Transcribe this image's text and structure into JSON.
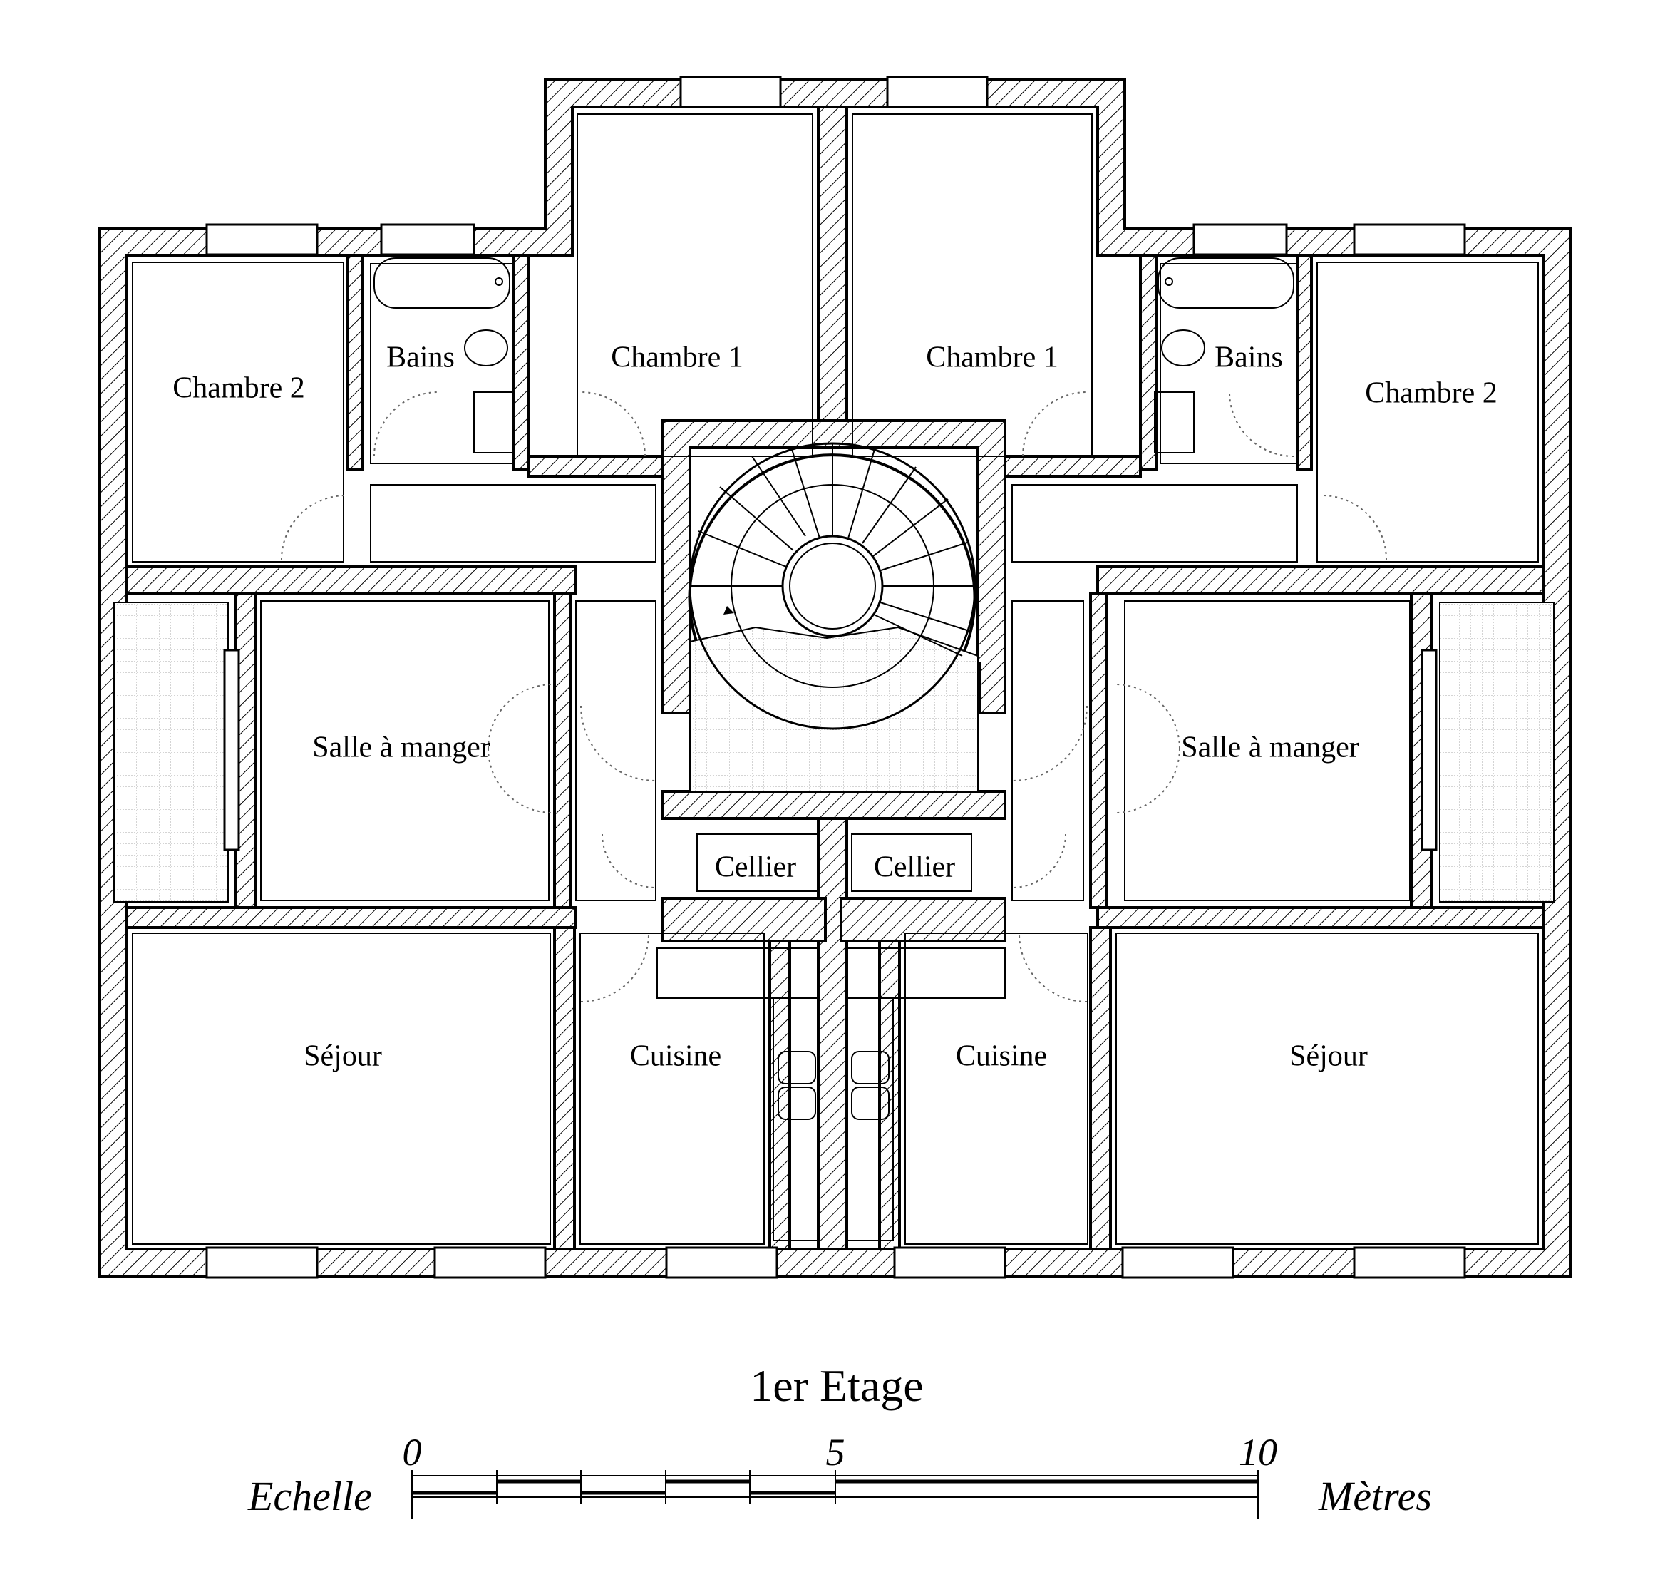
{
  "plan": {
    "title": "1er  Etage",
    "rooms": {
      "chambre2_left": "Chambre 2",
      "bains_left": "Bains",
      "chambre1_left": "Chambre 1",
      "chambre1_right": "Chambre 1",
      "bains_right": "Bains",
      "chambre2_right": "Chambre 2",
      "salle_left": "Salle à manger",
      "salle_right": "Salle à manger",
      "cellier_left": "Cellier",
      "cellier_right": "Cellier",
      "sejour_left": "Séjour",
      "cuisine_left": "Cuisine",
      "cuisine_right": "Cuisine",
      "sejour_right": "Séjour"
    }
  },
  "scale": {
    "label": "Echelle",
    "unit": "Mètres",
    "tick_0": "0",
    "tick_5": "5",
    "tick_10": "10"
  }
}
